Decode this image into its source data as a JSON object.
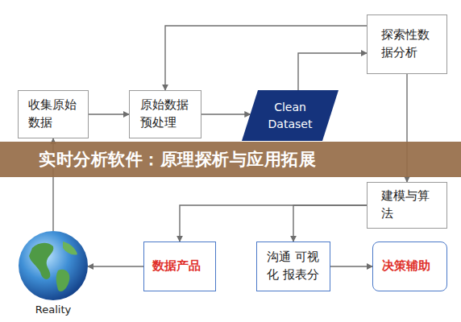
{
  "diagram": {
    "title": "实时分析软件：原理探析与应用拓展",
    "nodes": [
      {
        "text": [
          "探索性数据分析"
        ]
      },
      {
        "text": [
          "收集原始数据"
        ]
      },
      {
        "text": [
          "原始数据预处理"
        ]
      },
      {
        "text": [
          "Clean Dataset"
        ]
      },
      {
        "text": [
          "建模与算法"
        ]
      },
      {
        "text": [
          "Reality"
        ]
      },
      {
        "text": [
          "数据产品"
        ]
      },
      {
        "text": [
          "沟通 可视化 报表分"
        ]
      },
      {
        "text": [
          "决策辅助"
        ]
      }
    ],
    "edges": [
      {
        "from": 5,
        "to": 1,
        "arrow": "to"
      },
      {
        "from": 1,
        "to": 2,
        "arrow": "to"
      },
      {
        "from": 2,
        "to": 3,
        "arrow": "to"
      },
      {
        "from": 3,
        "to": 0,
        "arrow": "to"
      },
      {
        "from": 0,
        "to": 2,
        "arrow": "to"
      },
      {
        "from": 0,
        "to": 4,
        "arrow": "to"
      },
      {
        "from": 4,
        "to": 6,
        "arrow": "to"
      },
      {
        "from": 4,
        "to": 7,
        "arrow": "to"
      },
      {
        "from": 7,
        "to": 8,
        "arrow": "to"
      },
      {
        "from": 6,
        "to": 5,
        "arrow": "to"
      }
    ]
  }
}
